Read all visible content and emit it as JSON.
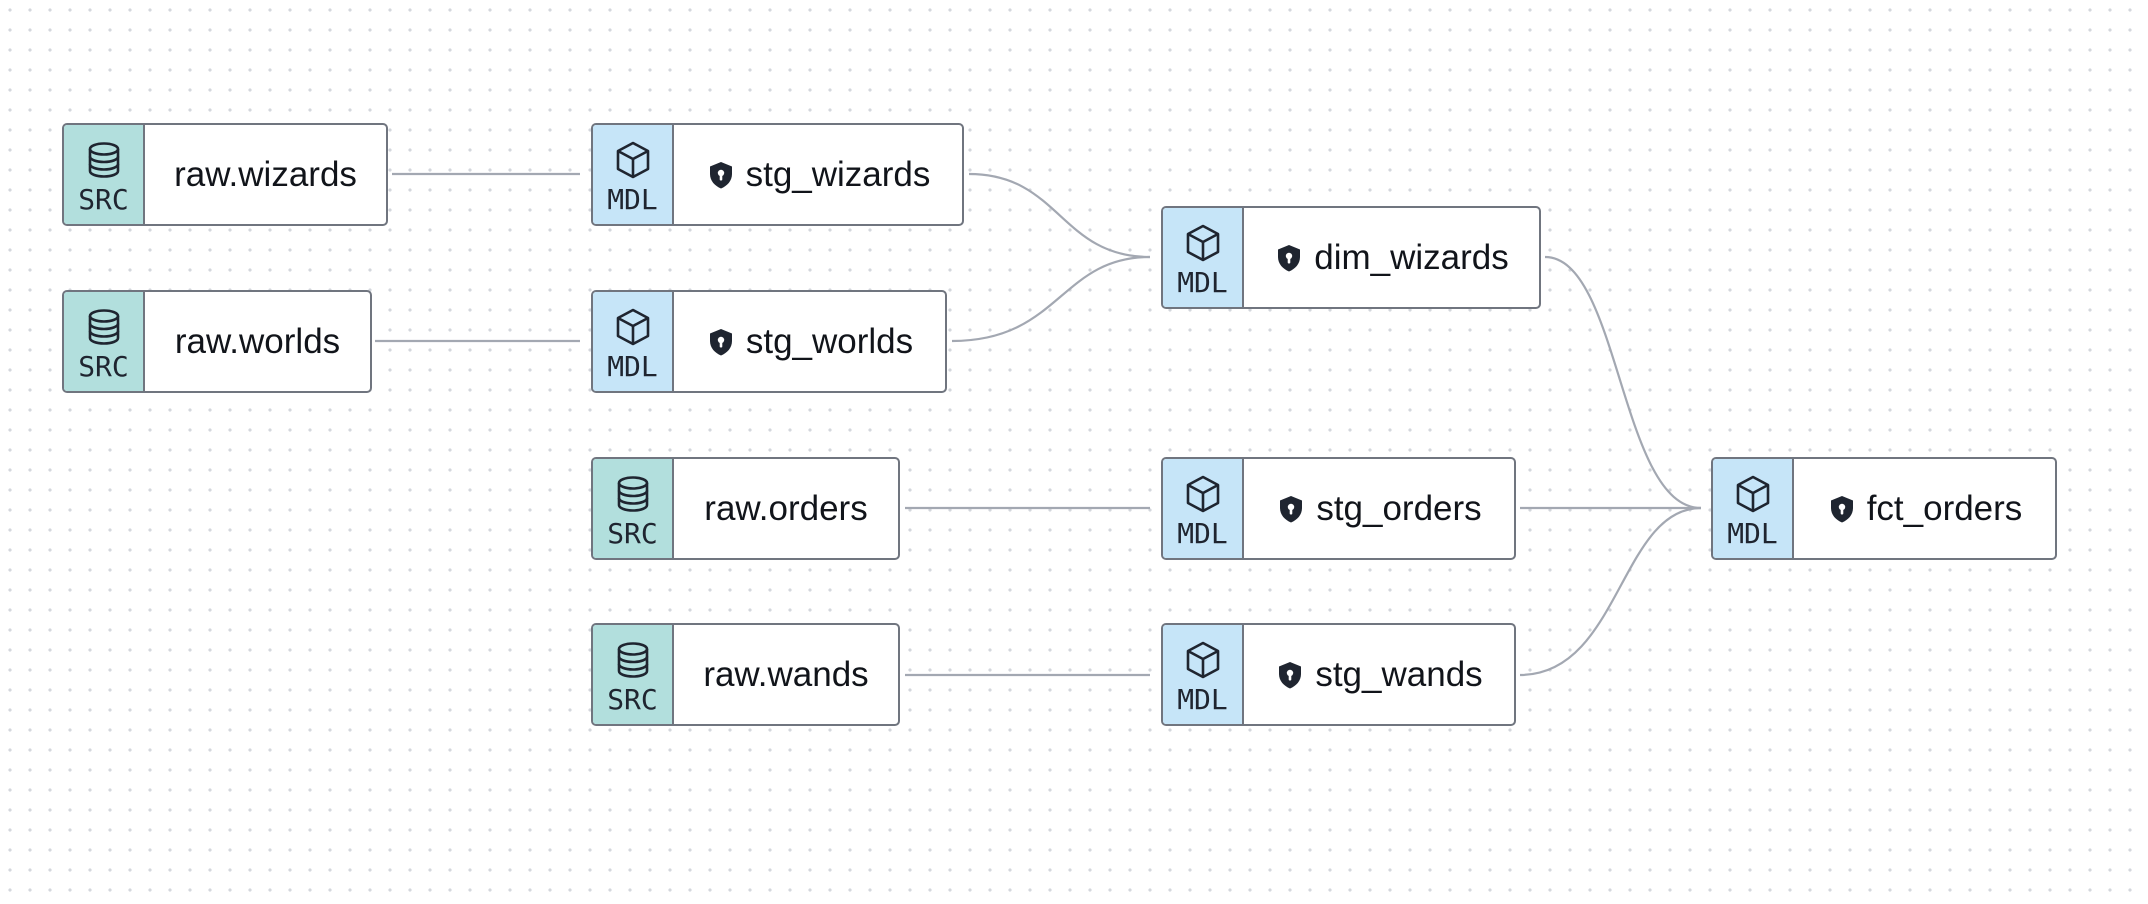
{
  "nodes": {
    "raw_wizards": {
      "kind": "SRC",
      "label": "raw.wizards",
      "icon": "database-icon"
    },
    "raw_worlds": {
      "kind": "SRC",
      "label": "raw.worlds",
      "icon": "database-icon"
    },
    "stg_wizards": {
      "kind": "MDL",
      "label": "stg_wizards",
      "icon": "cube-icon",
      "protected": true
    },
    "stg_worlds": {
      "kind": "MDL",
      "label": "stg_worlds",
      "icon": "cube-icon",
      "protected": true
    },
    "dim_wizards": {
      "kind": "MDL",
      "label": "dim_wizards",
      "icon": "cube-icon",
      "protected": true
    },
    "raw_orders": {
      "kind": "SRC",
      "label": "raw.orders",
      "icon": "database-icon"
    },
    "raw_wands": {
      "kind": "SRC",
      "label": "raw.wands",
      "icon": "database-icon"
    },
    "stg_orders": {
      "kind": "MDL",
      "label": "stg_orders",
      "icon": "cube-icon",
      "protected": true
    },
    "stg_wands": {
      "kind": "MDL",
      "label": "stg_wands",
      "icon": "cube-icon",
      "protected": true
    },
    "fct_orders": {
      "kind": "MDL",
      "label": "fct_orders",
      "icon": "cube-icon",
      "protected": true
    }
  },
  "edges": [
    {
      "from": "raw.wizards",
      "to": "stg_wizards"
    },
    {
      "from": "raw.worlds",
      "to": "stg_worlds"
    },
    {
      "from": "stg_wizards",
      "to": "dim_wizards"
    },
    {
      "from": "stg_worlds",
      "to": "dim_wizards"
    },
    {
      "from": "raw.orders",
      "to": "stg_orders"
    },
    {
      "from": "raw.wands",
      "to": "stg_wands"
    },
    {
      "from": "dim_wizards",
      "to": "fct_orders"
    },
    {
      "from": "stg_orders",
      "to": "fct_orders"
    },
    {
      "from": "stg_wands",
      "to": "fct_orders"
    }
  ],
  "colors": {
    "src_badge": "#b2dfdd",
    "mdl_badge": "#c6e5f8",
    "node_border": "#70757f",
    "edge": "#a3a8b2",
    "canvas_dot": "#d4d7dd"
  }
}
